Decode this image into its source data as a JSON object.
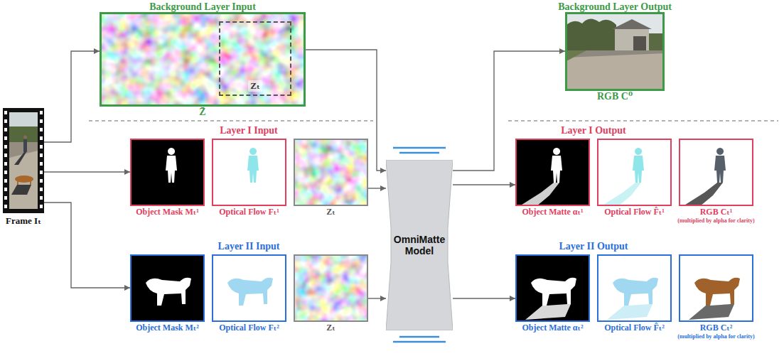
{
  "diagram": {
    "nodes": [
      {
        "text": [
          "Frame Iₜ"
        ]
      },
      {
        "text": [
          "Background Layer Input",
          "Z̄"
        ]
      },
      {
        "text": [
          "Zₜ"
        ],
        "in": 1
      },
      {
        "text": [
          "Object Mask Mₜ¹"
        ]
      },
      {
        "text": [
          "Optical Flow Fₜ¹"
        ]
      },
      {
        "text": [
          "Zₜ"
        ]
      },
      {
        "text": [
          "Object Mask Mₜ²"
        ]
      },
      {
        "text": [
          "Optical Flow Fₜ²"
        ]
      },
      {
        "text": [
          "Zₜ"
        ]
      },
      {
        "text": [
          "OmniMatte Model"
        ]
      },
      {
        "text": [
          "Background Layer Output",
          "RGB C⁰"
        ]
      },
      {
        "text": [
          "Object Matte αₜ¹"
        ]
      },
      {
        "text": [
          "Optical Flow F̂ₜ¹"
        ]
      },
      {
        "text": [
          "RGB Cₜ¹",
          "(multiplied by alpha for clarity)"
        ]
      },
      {
        "text": [
          "Object Matte αₜ²"
        ]
      },
      {
        "text": [
          "Optical Flow F̂ₜ²"
        ]
      },
      {
        "text": [
          "RGB Cₜ²",
          "(multiplied by alpha for clarity)"
        ]
      }
    ],
    "edges": [
      {
        "from": 0,
        "to": 1,
        "arrow": "to"
      },
      {
        "from": 0,
        "to": 3,
        "arrow": "to"
      },
      {
        "from": 0,
        "to": 6,
        "arrow": "to"
      },
      {
        "from": 1,
        "to": 9,
        "arrow": "to"
      },
      {
        "from": 5,
        "to": 9,
        "arrow": "to"
      },
      {
        "from": 8,
        "to": 9,
        "arrow": "to"
      },
      {
        "from": 9,
        "to": 10,
        "arrow": "to"
      },
      {
        "from": 9,
        "to": 11,
        "arrow": "to"
      },
      {
        "from": 9,
        "to": 14,
        "arrow": "to"
      }
    ],
    "labels": [
      "Layer I Input",
      "Layer II Input",
      "Layer I Output",
      "Layer II Output"
    ]
  }
}
